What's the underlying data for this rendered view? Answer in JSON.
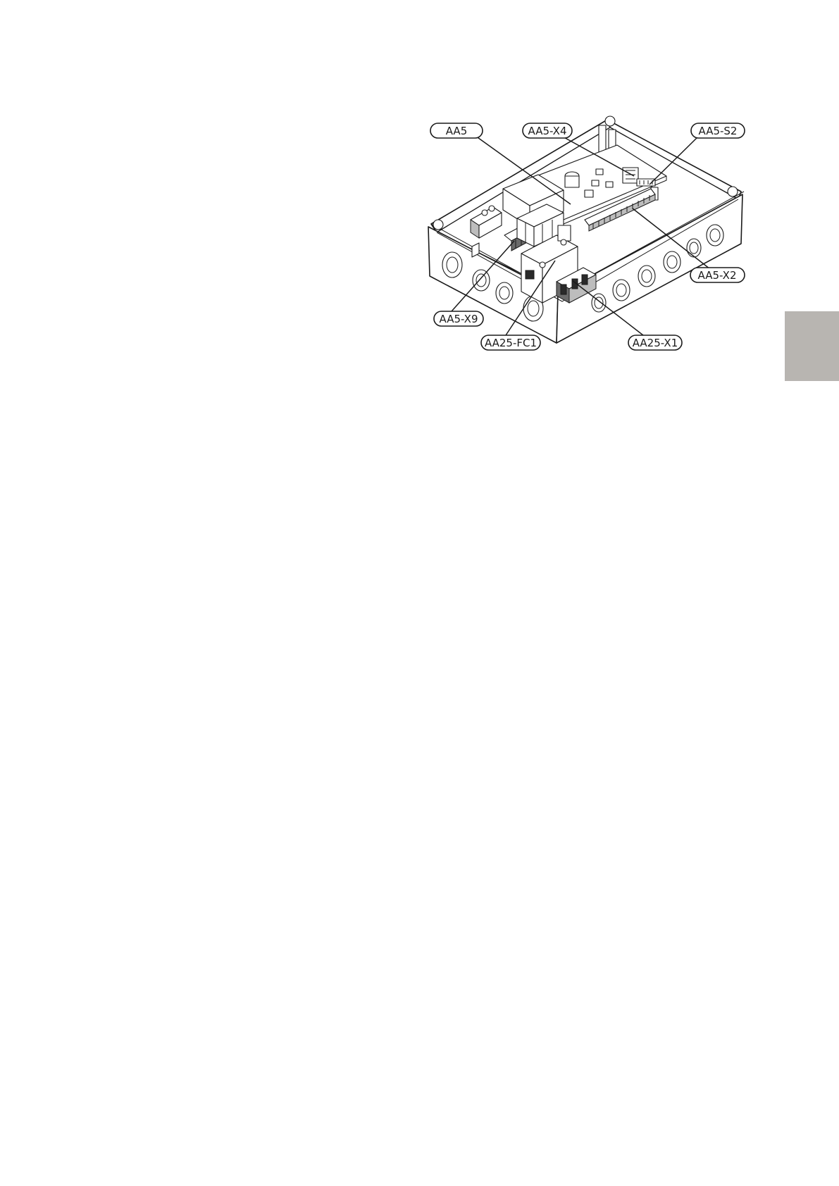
{
  "diagram": {
    "callouts": [
      {
        "id": "AA5",
        "label": "AA5"
      },
      {
        "id": "AA5-X4",
        "label": "AA5-X4"
      },
      {
        "id": "AA5-S2",
        "label": "AA5-S2"
      },
      {
        "id": "AA5-X2",
        "label": "AA5-X2"
      },
      {
        "id": "AA5-X9",
        "label": "AA5-X9"
      },
      {
        "id": "AA25-FC1",
        "label": "AA25-FC1"
      },
      {
        "id": "AA25-X1",
        "label": "AA25-X1"
      }
    ]
  },
  "colors": {
    "line": "#1a1a1a",
    "section_tab": "#b8b5b1",
    "background": "#ffffff"
  }
}
